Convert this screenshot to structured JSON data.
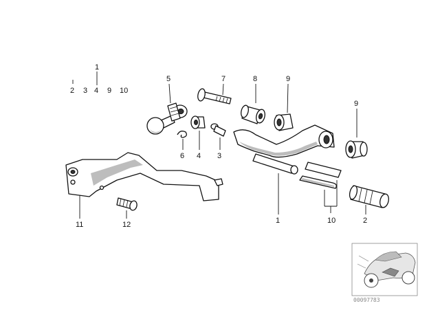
{
  "labels": {
    "index_group_top": "1",
    "index_2": "2",
    "index_3": "3",
    "index_4": "4",
    "index_9": "9",
    "index_10": "10",
    "p5": "5",
    "p7": "7",
    "p8": "8",
    "p9a": "9",
    "p9b": "9",
    "p6": "6",
    "p4": "4",
    "p3": "3",
    "p1": "1",
    "p10": "10",
    "p2": "2",
    "p11": "11",
    "p12": "12"
  },
  "catalog_number": "00097783"
}
